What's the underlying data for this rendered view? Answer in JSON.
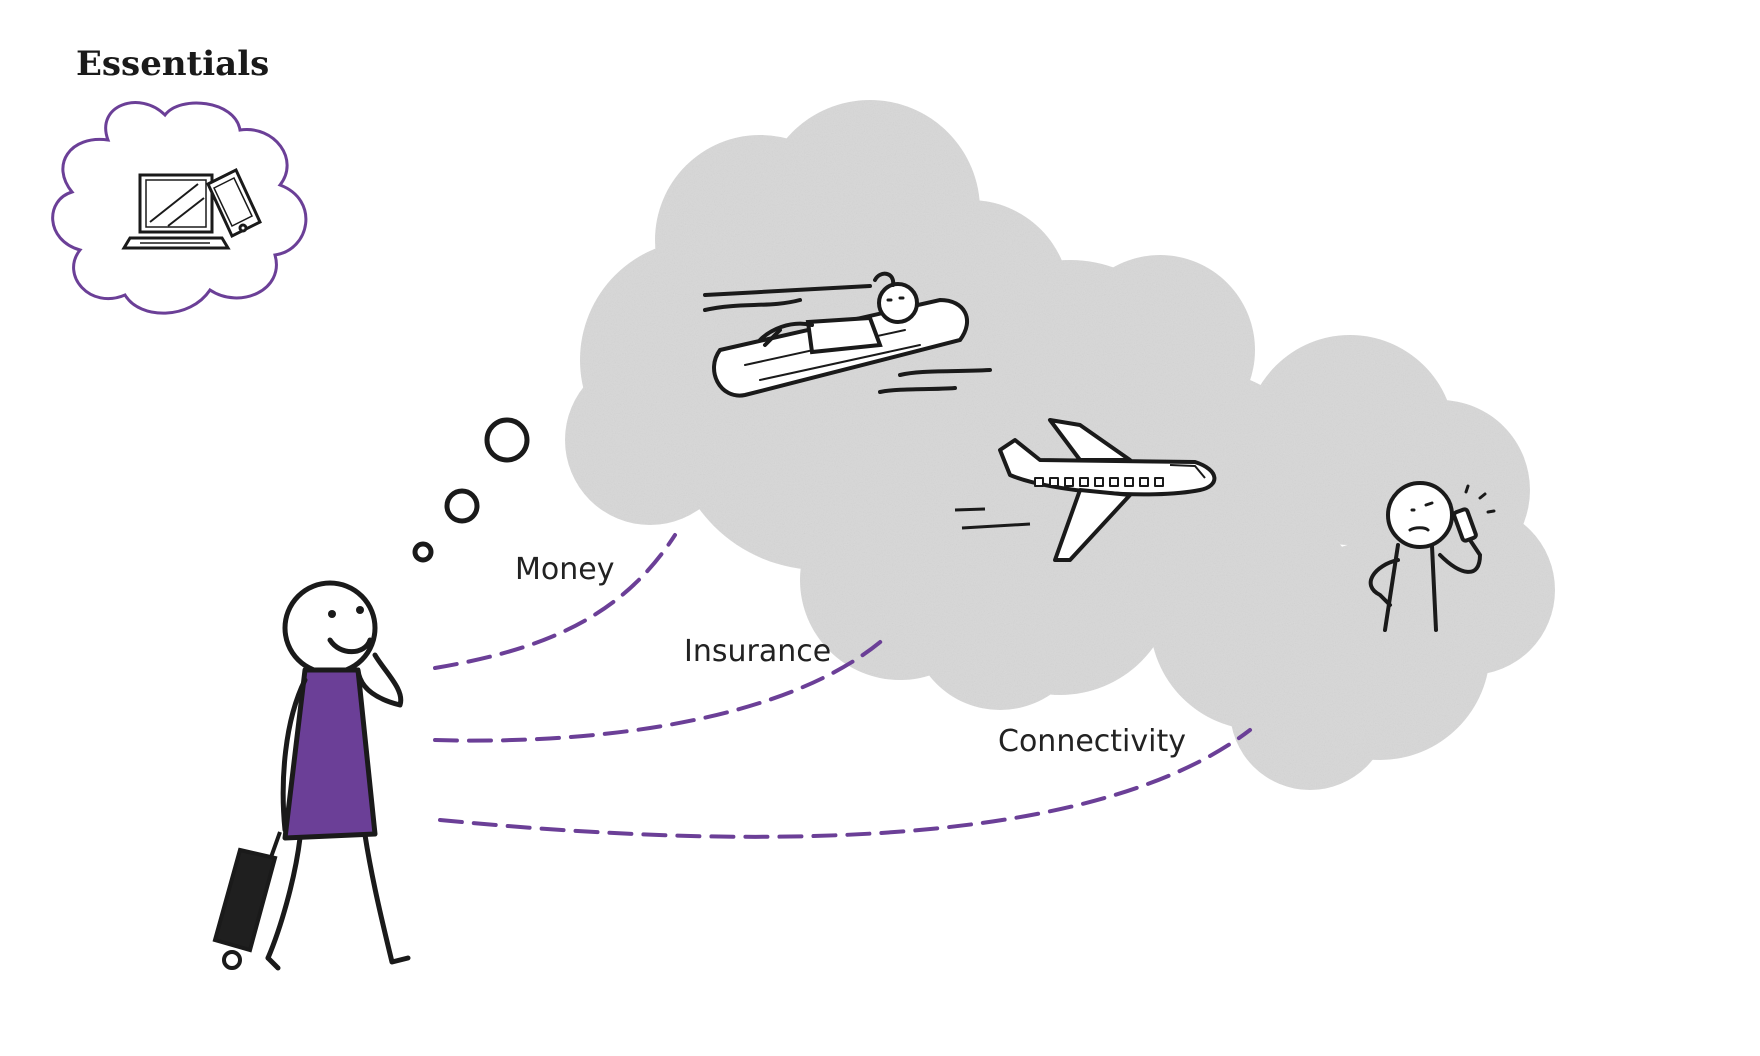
{
  "title": "Essentials",
  "labels": {
    "money": "Money",
    "insurance": "Insurance",
    "connectivity": "Connectivity"
  },
  "colors": {
    "accent_purple": "#6b3f97",
    "cloud_grey": "#d6d6d6",
    "ink": "#1a1a1a",
    "suitcase": "#1f1f1f"
  },
  "icons": [
    "laptop-icon",
    "phone-icon",
    "plane-icon",
    "float-person-icon",
    "phone-call-person-icon",
    "traveler-figure",
    "suitcase-icon"
  ]
}
